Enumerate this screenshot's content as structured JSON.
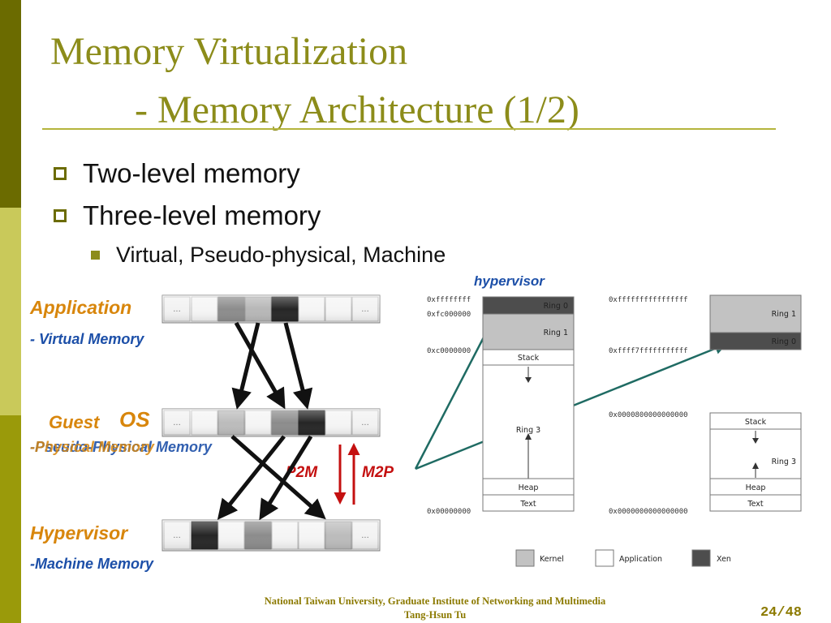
{
  "slide": {
    "title_line1": "Memory Virtualization",
    "title_line2": "- Memory Architecture (1/2)",
    "bullets": [
      "Two-level memory",
      "Three-level memory"
    ],
    "sub_bullet": "Virtual, Pseudo-physical, Machine",
    "footer_line1": "National Taiwan University, Graduate Institute of Networking and Multimedia",
    "footer_line2": "Tang-Hsun Tu",
    "page": "24/48"
  },
  "left_diagram": {
    "application_label": "Application",
    "virtual_memory_label": "- Virtual Memory",
    "guest_label": "Guest",
    "os_label": "OS",
    "pseudo_label": "-Pseudo-Physical Memory",
    "physical_label": "-Physical Memory",
    "hypervisor_label": "Hypervisor",
    "machine_label": "-Machine Memory",
    "p2m_label": "P2M",
    "m2p_label": "M2P",
    "ellipsis": "...",
    "colors": {
      "orange": "#d8860c",
      "blue": "#1c4fa8",
      "red": "#c41010",
      "arrow": "#1f6b63"
    }
  },
  "right_diagram": {
    "hypervisor_label": "hypervisor",
    "addr32": [
      "0xffffffff",
      "0xfc000000",
      "0xc0000000",
      "0x00000000"
    ],
    "addr64": [
      "0xffffffffffffffff",
      "0xffff7fffffffffff",
      "0x0000800000000000",
      "0x0000000000000000"
    ],
    "seg32": [
      "Ring 0",
      "Ring 1",
      "Stack",
      "Ring 3",
      "Heap",
      "Text"
    ],
    "seg64_top": [
      "Ring 1",
      "Ring 0"
    ],
    "seg64_bottom": [
      "Stack",
      "Ring 3",
      "Heap",
      "Text"
    ],
    "legend": [
      "Kernel",
      "Application",
      "Xen"
    ]
  }
}
